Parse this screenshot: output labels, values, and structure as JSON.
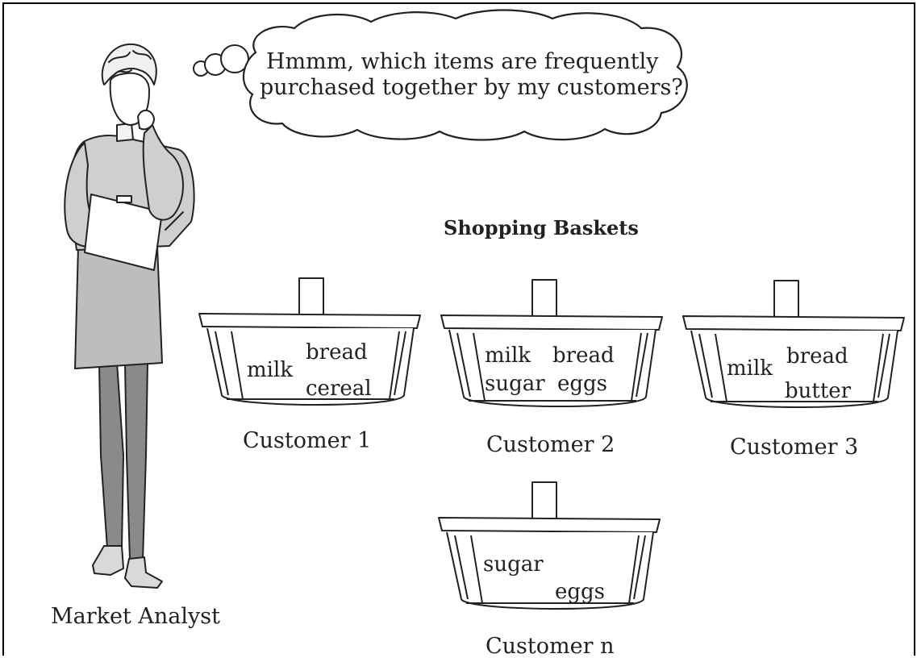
{
  "thought": {
    "line1": "Hmmm, which items are frequently",
    "line2": "purchased together by my customers?"
  },
  "heading": "Shopping Baskets",
  "analyst_label": "Market Analyst",
  "baskets": [
    {
      "customer": "Customer 1",
      "items": [
        "milk",
        "bread",
        "cereal"
      ]
    },
    {
      "customer": "Customer 2",
      "items": [
        "milk",
        "bread",
        "sugar",
        "eggs"
      ]
    },
    {
      "customer": "Customer 3",
      "items": [
        "milk",
        "bread",
        "butter"
      ]
    },
    {
      "customer": "Customer n",
      "items": [
        "sugar",
        "eggs"
      ]
    }
  ],
  "colors": {
    "ink": "#222222",
    "shade": "#bdbdbd",
    "leg": "#8a8a8a",
    "bg": "#ffffff"
  },
  "icons": [
    "analyst-figure",
    "thought-cloud",
    "basket-icon"
  ]
}
